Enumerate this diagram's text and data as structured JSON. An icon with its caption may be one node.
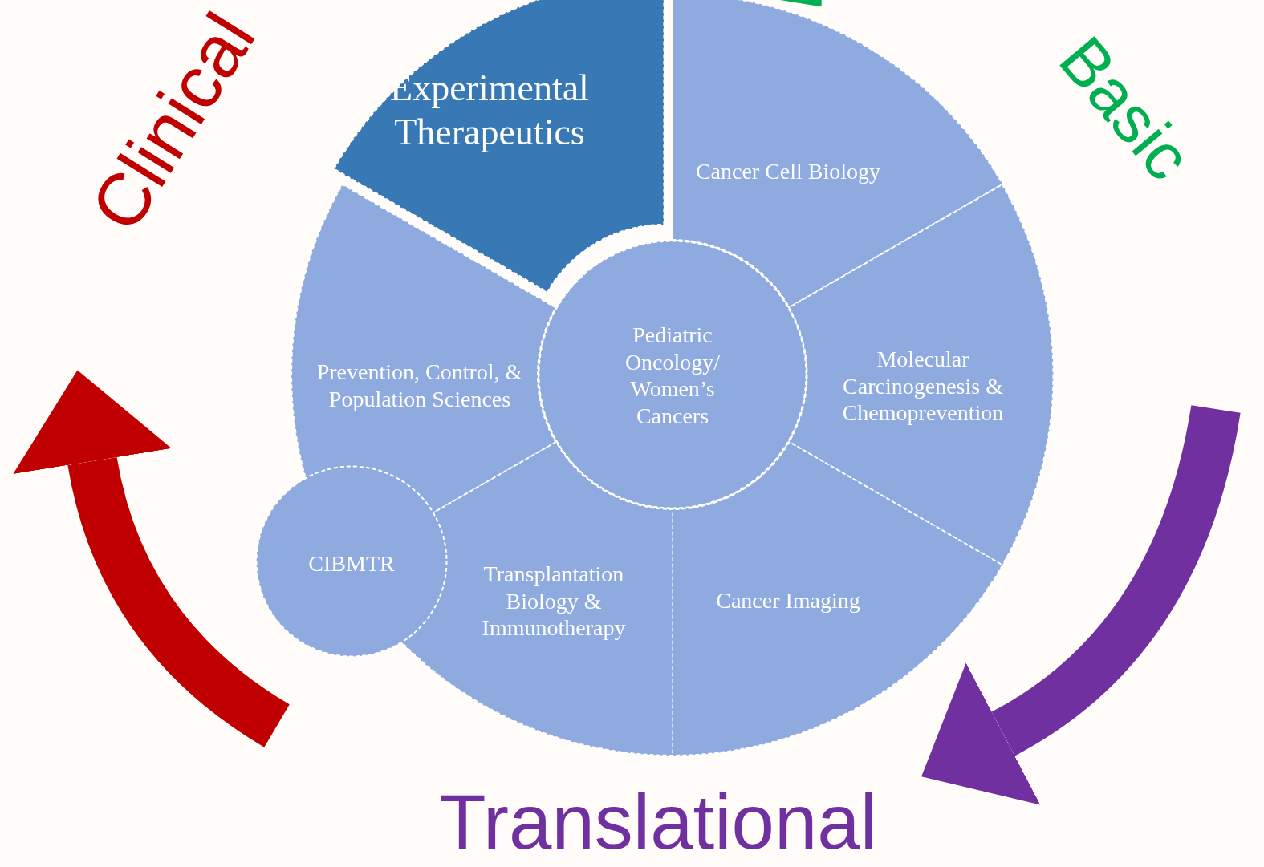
{
  "diagram": {
    "nodes": [
      {
        "text": [
          "Clinical"
        ]
      },
      {
        "text": [
          "Basic"
        ]
      },
      {
        "text": [
          "Experimental Therapeutics"
        ]
      },
      {
        "text": [
          "Cancer Cell Biology"
        ]
      },
      {
        "text": [
          "Prevention, Control, & Population Sciences"
        ]
      },
      {
        "text": [
          "Pediatric Oncology/ Women’s Cancers"
        ]
      },
      {
        "text": [
          "Molecular Carcinogenesis & Chemoprevention"
        ]
      },
      {
        "text": [
          "CIBMTR"
        ]
      },
      {
        "text": [
          "Transplantation Biology & Immunotherapy"
        ]
      },
      {
        "text": [
          "Cancer Imaging"
        ]
      },
      {
        "text": [
          "Translational"
        ]
      }
    ]
  }
}
